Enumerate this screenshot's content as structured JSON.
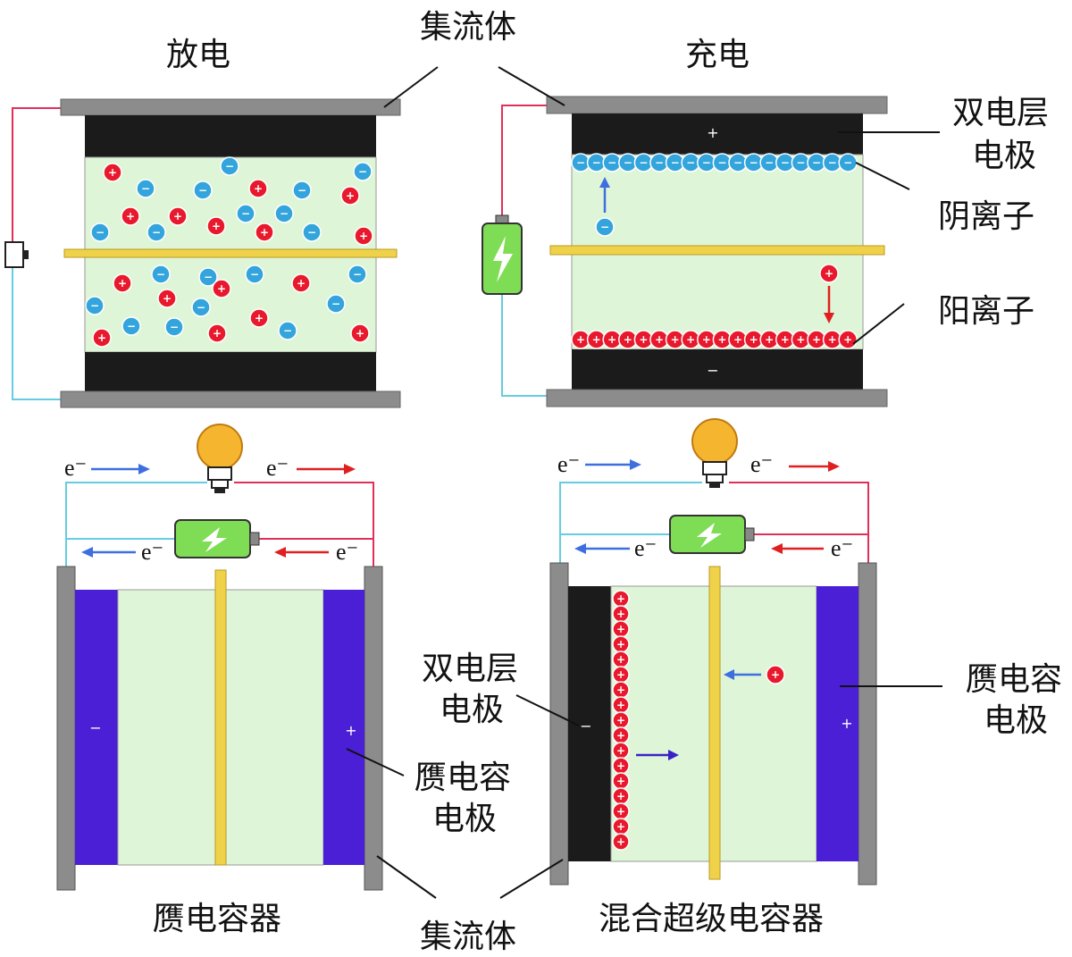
{
  "labels": {
    "discharge": "放电",
    "charge": "充电",
    "current_collector_top": "集流体",
    "current_collector_bottom": "集流体",
    "edl_electrode_top_1": "双电层",
    "edl_electrode_top_2": "电极",
    "anion": "阴离子",
    "cation": "阳离子",
    "pseudo_electrode_left_1": "赝电容",
    "pseudo_electrode_left_2": "电极",
    "edl_electrode_bottom_1": "双电层",
    "edl_electrode_bottom_2": "电极",
    "pseudo_electrode_right_1": "赝电容",
    "pseudo_electrode_right_2": "电极",
    "pseudocapacitor": "赝电容器",
    "hybrid_supercapacitor": "混合超级电容器"
  },
  "electron": "e⁻",
  "ion_signs": {
    "plus": "+",
    "minus": "−"
  },
  "colors": {
    "collector": "#8c8c8c",
    "edl_electrode": "#1b1b1b",
    "electrolyte": "#dff5d8",
    "separator": "#f0d24a",
    "cation": "#e8192c",
    "anion": "#33a4dc",
    "pseudo_electrode": "#4b1fd6",
    "wire_positive": "#e0305a",
    "wire_negative": "#66cce0",
    "battery": "#7fdc55",
    "bulb": "#f5b52e",
    "arrow_blue": "#3d6fe0",
    "arrow_red": "#e02020"
  }
}
